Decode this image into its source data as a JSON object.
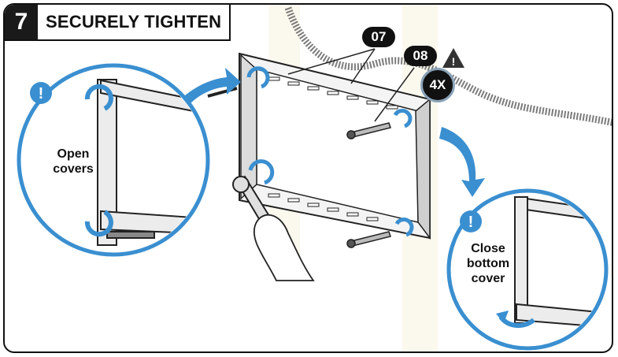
{
  "step": {
    "number": "7",
    "title": "SECURELY TIGHTEN"
  },
  "callouts": {
    "left": {
      "line1": "Open",
      "line2": "covers"
    },
    "right": {
      "line1": "Close",
      "line2": "bottom",
      "line3": "cover"
    }
  },
  "badges": {
    "part_a": "07",
    "part_b": "08",
    "quantity": "4X"
  },
  "colors": {
    "accent_blue": "#3a8fd0",
    "dark": "#111111",
    "bracket_grey": "#e6e6e6"
  },
  "icons": [
    "exclamation-icon",
    "warning-triangle-icon",
    "rotate-arrow-icon",
    "wrench-icon",
    "screw-icon"
  ]
}
